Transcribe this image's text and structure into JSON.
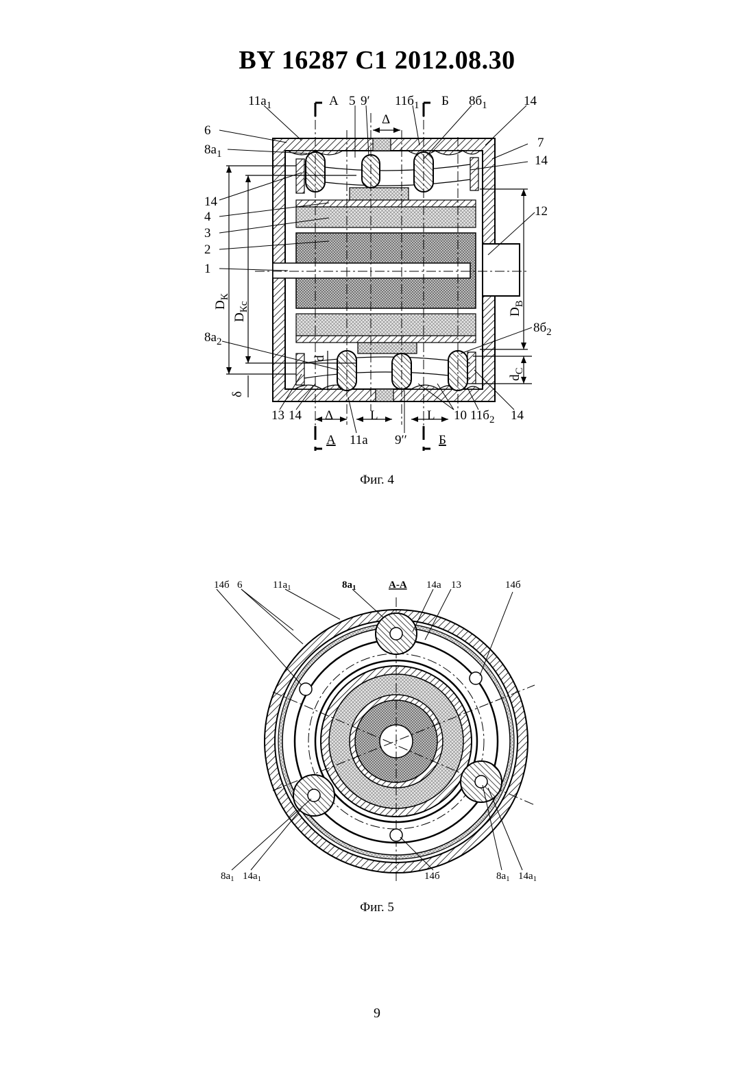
{
  "header": {
    "title": "BY  16287  C1  2012.08.30"
  },
  "figure4": {
    "caption": "Фиг. 4",
    "labels": {
      "l_11a1_main": "11a",
      "l_11a1_sub": "1",
      "l_A_top": "А",
      "l_5": "5",
      "l_9p": "9′",
      "l_11b1_main": "11б",
      "l_11b1_sub": "1",
      "l_B_top": "Б",
      "l_8b1_main": "8б",
      "l_8b1_sub": "1",
      "l_14_tr": "14",
      "l_delta_top": "Δ",
      "l_6": "6",
      "l_8a1_main": "8a",
      "l_8a1_sub": "1",
      "l_7": "7",
      "l_14_r": "14",
      "l_14_l": "14",
      "l_4": "4",
      "l_3": "3",
      "l_2": "2",
      "l_1": "1",
      "l_12": "12",
      "l_DK_main": "D",
      "l_DK_sub": "К",
      "l_DKc_main": "D",
      "l_DKc_sub": "Кc",
      "l_DB_main": "D",
      "l_DB_sub": "В",
      "l_8b2_main": "8б",
      "l_8b2_sub": "2",
      "l_8a2_main": "8a",
      "l_8a2_sub": "2",
      "l_d": "d",
      "l_dC_main": "d",
      "l_dC_sub": "C",
      "l_delta_small": "δ",
      "l_13": "13",
      "l_14_bl": "14",
      "l_delta_bot": "Δ",
      "l_L1": "L",
      "l_L2": "L",
      "l_10": "10",
      "l_11b2_main": "11б",
      "l_11b2_sub": "2",
      "l_14_br": "14",
      "l_A_bot": "А",
      "l_11a": "11a",
      "l_9pp": "9′′",
      "l_B_bot": "Б"
    }
  },
  "figure5": {
    "caption": "Фиг. 5",
    "labels": {
      "l_14b_tl": "14б",
      "l_6": "6",
      "l_11a1_main": "11a",
      "l_11a1_sub": "1",
      "l_8a1_top_main": "8a",
      "l_8a1_top_sub": "1",
      "l_AA": "А-А",
      "l_14a": "14a",
      "l_13": "13",
      "l_14b_tr": "14б",
      "l_8a1_bl_main": "8a",
      "l_8a1_bl_sub": "1",
      "l_14a1_bl_main": "14a",
      "l_14a1_bl_sub": "1",
      "l_14b_b": "14б",
      "l_8a1_br_main": "8a",
      "l_8a1_br_sub": "1",
      "l_14a1_br_main": "14a",
      "l_14a1_br_sub": "1"
    }
  },
  "footer": {
    "page_number": "9"
  }
}
